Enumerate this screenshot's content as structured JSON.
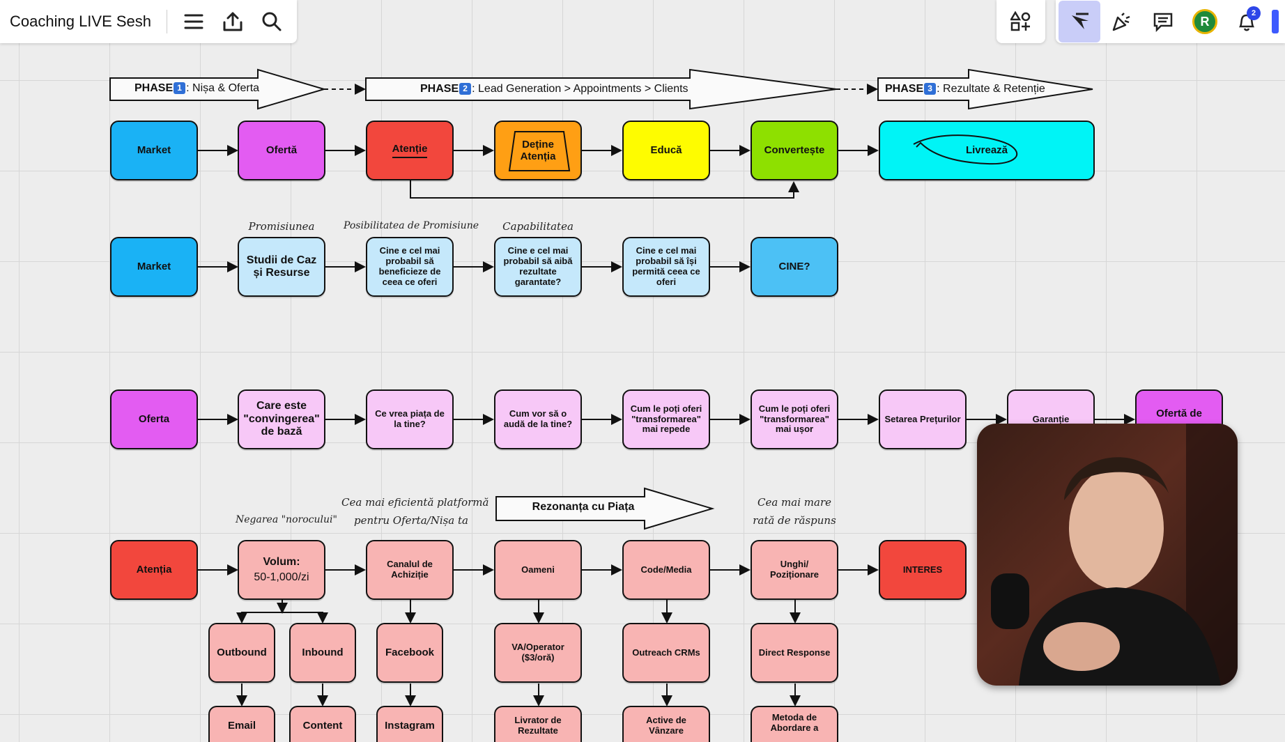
{
  "toolbar": {
    "title": "Coaching LIVE Sesh",
    "icons": [
      "menu-icon",
      "share-icon",
      "search-icon"
    ],
    "right_icons": [
      "shapes-icon",
      "pointer-icon",
      "celebrate-icon",
      "comments-icon",
      "avatar",
      "bell-icon"
    ],
    "avatar_initial": "R",
    "notification_count": "2"
  },
  "phases": [
    {
      "label": "PHASE",
      "num": "1",
      "text": ": Nișa & Oferta"
    },
    {
      "label": "PHASE",
      "num": "2",
      "text": ": Lead Generation > Appointments > Clients"
    },
    {
      "label": "PHASE",
      "num": "3",
      "text": ": Rezultate & Retenție"
    }
  ],
  "row1": [
    "Market",
    "Ofertă",
    "Atenție",
    "Deține Atenția",
    "Educă",
    "Convertește",
    "Livrează"
  ],
  "row2": {
    "nodes": [
      "Market",
      "Studii de Caz și Resurse",
      "Cine e cel mai probabil să beneficieze de ceea ce oferi",
      "Cine e cel mai probabil să aibă rezultate garantate?",
      "Cine e cel mai probabil să își permită ceea ce oferi",
      "CINE?"
    ],
    "notes": [
      "Promisiunea",
      "Posibilitatea de Promisiune",
      "Capabilitatea"
    ]
  },
  "row3": [
    "Oferta",
    "Care este \"convingerea\" de bază",
    "Ce vrea piața de la tine?",
    "Cum vor să o audă de la tine?",
    "Cum le poți oferi \"transformarea\" mai repede",
    "Cum le poți oferi \"transformarea\" mai ușor",
    "Setarea Prețurilor",
    "Garanție",
    "Ofertă de"
  ],
  "row4": {
    "nodes": [
      "Atenția",
      "Volum:",
      "50-1,000/zi",
      "Canalul de Achiziție",
      "Oameni",
      "Code/Media",
      "Unghi/ Poziționare",
      "INTERES"
    ],
    "notes": [
      "Negarea \"norocului\"",
      "Cea mai eficientă platformă",
      "pentru Oferta/Nișa ta",
      "Cea mai mare",
      "rată de răspuns"
    ],
    "arrow_label": "Rezonanța cu Piața",
    "sub1": [
      "Outbound",
      "Inbound",
      "Facebook",
      "VA/Operator ($3/oră)",
      "Outreach CRMs",
      "Direct Response"
    ],
    "sub2": [
      "Email",
      "Content",
      "Instagram",
      "Livrator de Rezultate",
      "Active de Vânzare",
      "Metoda de Abordare a"
    ]
  },
  "colors": {
    "blue": "#1ab2f5",
    "magenta": "#e35cf2",
    "red": "#f2473d",
    "orange": "#ff9f14",
    "yellow": "#fefc00",
    "green": "#8ee000",
    "cyan": "#00f4f6",
    "lightblue": "#c5e8fb",
    "lightpink": "#f7c8f7",
    "salmon": "#f8b4b3"
  }
}
